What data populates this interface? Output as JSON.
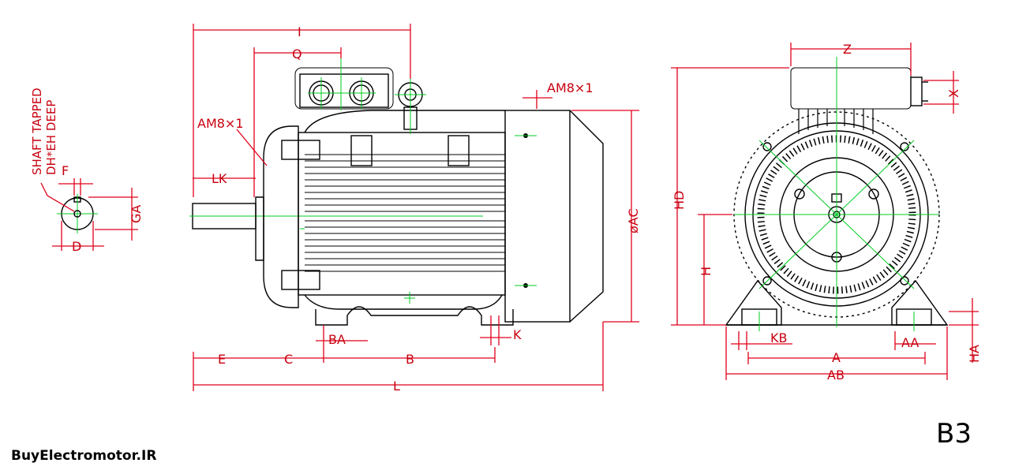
{
  "brand": "BuyElectromotor.IR",
  "mounting_type": "B3",
  "shaft_note": {
    "line1": "SHAFT TAPPED",
    "line2": "DH*EH DEEP"
  },
  "labels": {
    "F": "F",
    "D": "D",
    "GA": "GA",
    "LK": "LK",
    "AM8x1_left": "AM8×1",
    "AM8x1_top": "AM8×1",
    "I": "I",
    "Q": "Q",
    "E": "E",
    "C": "C",
    "B": "B",
    "L": "L",
    "BA": "BA",
    "K": "K",
    "AC": "øAC",
    "Z": "Z",
    "X": "X",
    "HD": "HD",
    "H": "H",
    "KB": "KB",
    "A": "A",
    "AA": "AA",
    "AB": "AB",
    "HA": "HA"
  }
}
